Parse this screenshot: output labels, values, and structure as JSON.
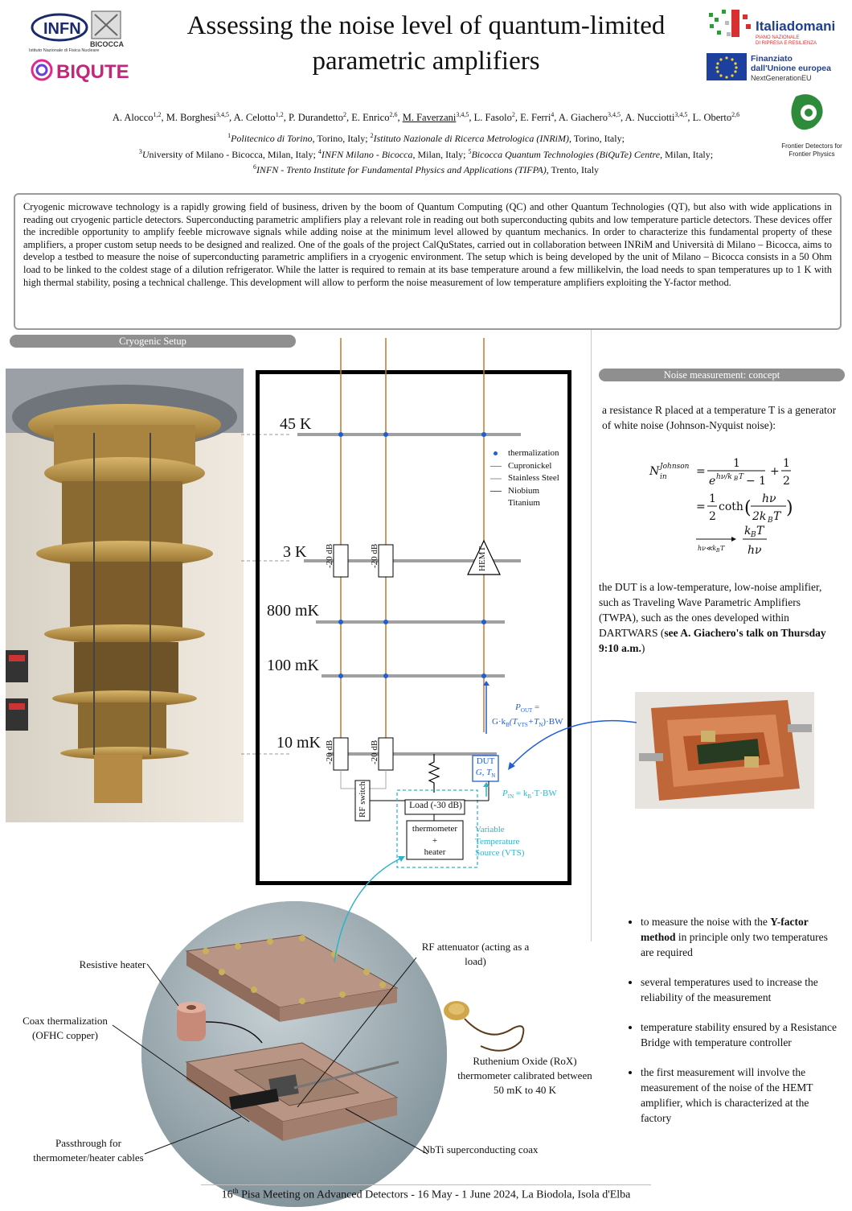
{
  "header": {
    "title_line1": "Assessing the noise level of  quantum-limited",
    "title_line2": "parametric amplifiers",
    "logo_infn": "INFN",
    "logo_infn_sub": "Istituto Nazionale di Fisica Nucleare",
    "logo_bicocca": "BICOCCA",
    "logo_bique": "BIQUTE",
    "logo_italiadomani": "Italiadomani",
    "logo_italiadomani_sub1": "PIANO NAZIONALE",
    "logo_italiadomani_sub2": "DI RIPRESA E RESILIENZA",
    "logo_eu_line1": "Finanziato",
    "logo_eu_line2": "dall'Unione europea",
    "logo_eu_line3": "NextGenerationEU",
    "logo_fdfp_line1": "Frontier Detectors for",
    "logo_fdfp_line2": "Frontier Physics"
  },
  "authors": {
    "list": [
      {
        "name": "A. Alocco",
        "sup": "1,2"
      },
      {
        "name": "M. Borghesi",
        "sup": "3,4,5"
      },
      {
        "name": "A. Celotto",
        "sup": "1,2"
      },
      {
        "name": "P. Durandetto",
        "sup": "2"
      },
      {
        "name": "E. Enrico",
        "sup": "2,6"
      },
      {
        "name": "M. Faverzani",
        "sup": "3,4,5"
      },
      {
        "name": "L. Fasolo",
        "sup": "2"
      },
      {
        "name": "E. Ferri",
        "sup": "4"
      },
      {
        "name": "A. Giachero",
        "sup": "3,4,5"
      },
      {
        "name": "A. Nucciotti",
        "sup": "3,4,5"
      },
      {
        "name": "L. Oberto",
        "sup": "2,6"
      }
    ],
    "affiliations_line1": [
      {
        "sup": "1",
        "name": "Politecnico di Torino",
        "rest": ", Torino, Italy; "
      },
      {
        "sup": "2",
        "name": "Istituto Nazionale di Ricerca Metrologica (INRiM)",
        "rest": ", Torino, Italy;"
      }
    ],
    "affiliations_line2": [
      {
        "sup": "3",
        "name": "U",
        "rest": "niversity of  Milano - Bicocca, Milan, Italy; "
      },
      {
        "sup": "4",
        "name": "INFN Milano - Bicocca",
        "rest": ", Milan, Italy; "
      },
      {
        "sup": "5",
        "name": "Bicocca Quantum Technologies (BiQuTe) Centre",
        "rest": ", Milan, Italy;"
      }
    ],
    "affiliations_line3": [
      {
        "sup": "6",
        "name": "INFN - Trento Institute for Fundamental Physics and Applications (TIFPA)",
        "rest": ", Trento, Italy"
      }
    ]
  },
  "abstract": "Cryogenic microwave technology is a rapidly growing field of business, driven by the boom of Quantum Computing (QC) and other Quantum Technologies (QT), but also with wide applications in reading out cryogenic particle detectors. Superconducting parametric amplifiers play a relevant role in reading out both superconducting qubits and low temperature particle detectors. These devices offer the incredible opportunity to amplify feeble microwave signals while adding noise at the minimum level allowed by quantum mechanics. In order to characterize this fundamental property of these amplifiers, a proper custom setup needs to be designed and realized. One of the goals of the project CalQuStates, carried out in collaboration between INRiM and Università di Milano – Bicocca, aims to develop a testbed to measure the noise of superconducting parametric amplifiers in a cryogenic environment. The setup which is being developed by the unit of Milano – Bicocca consists in a 50 Ohm load to be linked to the coldest stage of a dilution refrigerator. While the latter is required to remain at its base temperature around a few millikelvin, the load needs to span temperatures up to 1 K with high thermal stability, posing a technical challenge. This development will allow to perform the noise measurement of low temperature amplifiers exploiting the Y-factor method.",
  "sections": {
    "cryogenic": "Cryogenic Setup",
    "noise": "Noise measurement: concept"
  },
  "schematic": {
    "stages": [
      "45 K",
      "3 K",
      "800 mK",
      "100 mK",
      "10 mK"
    ],
    "attenuator": "-20 dB",
    "hemt": "HEMT",
    "rf_switch": "RF switch",
    "load": "Load (-30 dB)",
    "thermometer": "thermometer",
    "plus": "+",
    "heater": "heater",
    "vts_line1": "Variable",
    "vts_line2": "Temperature",
    "vts_line3": "Source (VTS)",
    "dut": "DUT",
    "dut_sub": "G, T",
    "dut_sub_index": "N",
    "pout_line1": "P",
    "pout_line1_idx": "OUT",
    "pout_line1_eq": " =",
    "pout_line2": "G·k",
    "pout_line2_b": "B",
    "pout_line2_rest": "(T",
    "pout_vts": "VTS",
    "pout_plus": "+T",
    "pout_n": "N",
    "pout_end": ")·BW",
    "pin": "P",
    "pin_idx": "IN",
    "pin_eq": " = k",
    "pin_b": "B",
    "pin_end": "·T·BW",
    "legend": [
      {
        "label": "thermalization",
        "color": "#1f5fd6"
      },
      {
        "label": "Cupronickel",
        "color": "#c8762e"
      },
      {
        "label": "Stainless Steel",
        "color": "#c8c8c8"
      },
      {
        "label": "Niobium",
        "color": "#555555"
      },
      {
        "label": "Titanium",
        "color": "#555555"
      }
    ]
  },
  "noise": {
    "intro": "a resistance R placed at a temperature T is a generator of white noise (Johnson-Nyquist noise):",
    "dut_text_before": "the DUT is a low-temperature, low-noise amplifier, such as Traveling Wave Parametric Amplifiers (TWPA), such as the ones developed within DARTWARS (",
    "dut_text_bold": "see A. Giachero's talk on Thursday 9:10 a.m.",
    "dut_text_after": ")"
  },
  "bullets": [
    {
      "pre": "to measure the noise with the ",
      "bold": "Y-factor method",
      "post": " in principle only two temperatures are required"
    },
    {
      "pre": "several temperatures used to increase the reliability of the measurement",
      "bold": "",
      "post": ""
    },
    {
      "pre": "temperature stability ensured by a Resistance Bridge with temperature controller",
      "bold": "",
      "post": ""
    },
    {
      "pre": "the first measurement will involve the measurement of the noise of the HEMT amplifier, which is characterized at the factory",
      "bold": "",
      "post": ""
    }
  ],
  "cad_labels": {
    "resistive_heater": "Resistive heater",
    "coax_therm": "Coax thermalization (OFHC copper)",
    "passthrough": "Passthrough for thermometer/heater cables",
    "rf_att": "RF attenuator (acting as a load)",
    "rox": "Ruthenium Oxide (RoX) thermometer calibrated between 50 mK to 40 K",
    "nbti": "NbTi superconducting coax"
  },
  "footer": {
    "pre": "16",
    "sup": "th",
    "rest": " Pisa Meeting on Advanced Detectors - 16 May - 1 June 2024, La Biodola, Isola d'Elba"
  }
}
